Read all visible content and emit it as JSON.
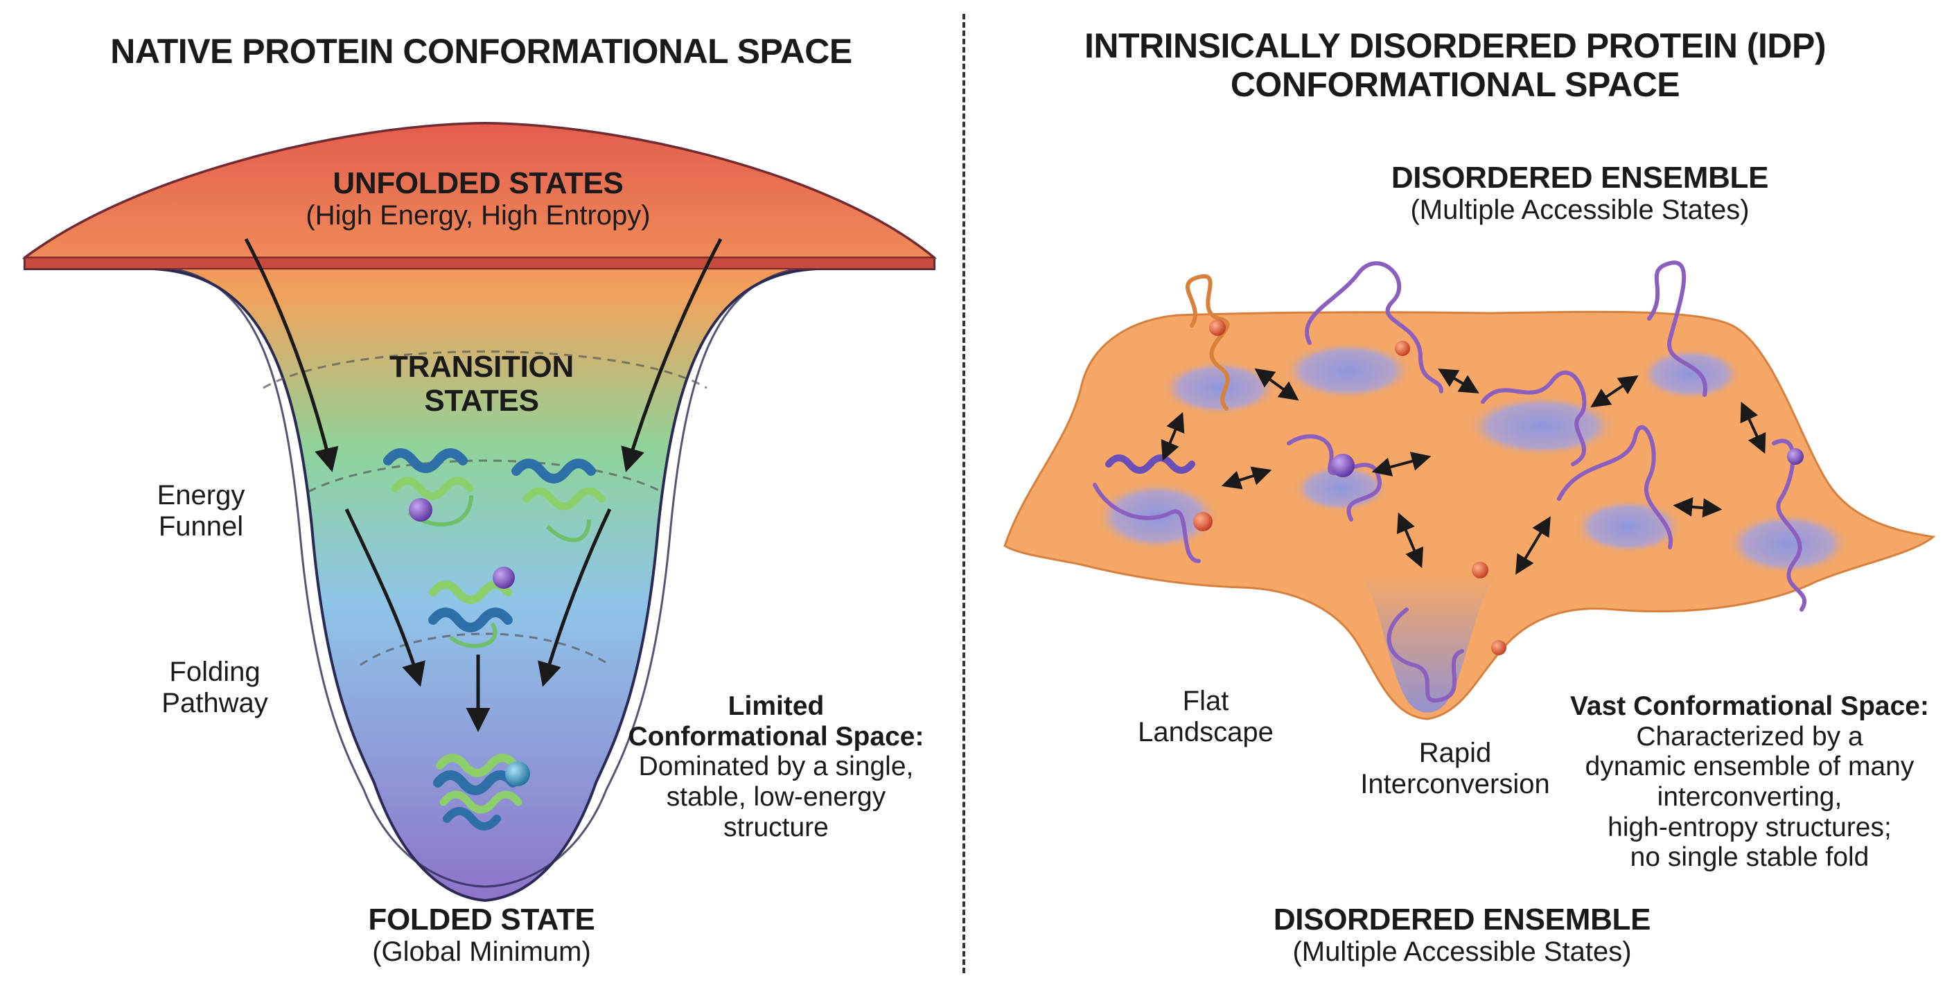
{
  "left_panel": {
    "title": "NATIVE PROTEIN CONFORMATIONAL SPACE",
    "unfolded": {
      "title": "UNFOLDED STATES",
      "subtitle": "(High Energy, High Entropy)"
    },
    "transition": {
      "line1": "TRANSITION",
      "line2": "STATES"
    },
    "energy_funnel": {
      "line1": "Energy",
      "line2": "Funnel"
    },
    "folding_pathway": {
      "line1": "Folding",
      "line2": "Pathway"
    },
    "limited_note": {
      "bold1": "Limited",
      "bold2": "Conformational Space:",
      "line1": "Dominated by a single,",
      "line2": "stable, low-energy",
      "line3": "structure"
    },
    "folded": {
      "title": "FOLDED STATE",
      "subtitle": "(Global Minimum)"
    }
  },
  "right_panel": {
    "title_line1": "INTRINSICALLY DISORDERED PROTEIN (IDP)",
    "title_line2": "CONFORMATIONAL SPACE",
    "top_ensemble": {
      "title": "DISORDERED ENSEMBLE",
      "subtitle": "(Multiple Accessible States)"
    },
    "flat_landscape": {
      "line1": "Flat",
      "line2": "Landscape"
    },
    "rapid": {
      "line1": "Rapid",
      "line2": "Interconversion"
    },
    "vast_note": {
      "bold": "Vast Conformational Space:",
      "line1": "Characterized by a",
      "line2": "dynamic ensemble of many",
      "line3": "interconverting,",
      "line4": "high-entropy structures;",
      "line5": "no single stable fold"
    },
    "bottom_ensemble": {
      "title": "DISORDERED ENSEMBLE",
      "subtitle": "(Multiple Accessible States)"
    }
  },
  "colors": {
    "funnel_top": "#e0574e",
    "funnel_orange": "#f2a25c",
    "funnel_green": "#8fd39a",
    "funnel_blue": "#8fc4e8",
    "funnel_purple": "#8e74c8",
    "idp_surface": "#f4a766",
    "idp_well": "#9aa3dd",
    "idp_chain": "#8a5fc0",
    "helix_blue": "#2f6fa8",
    "helix_green": "#8ccf6a",
    "bead_purple": "#7b4fc0",
    "bead_red": "#e0553a"
  }
}
